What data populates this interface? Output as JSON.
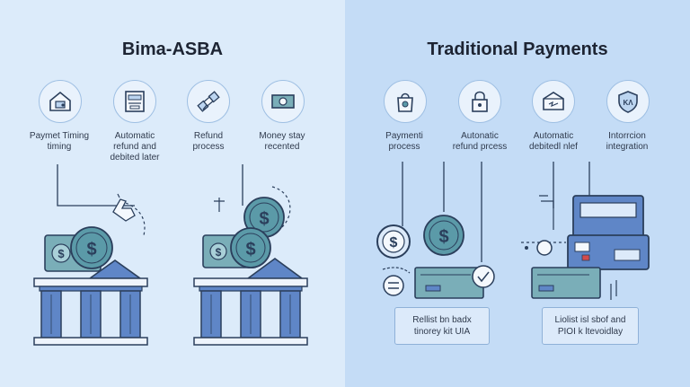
{
  "left_panel": {
    "title": "Bima-ASBA",
    "features": [
      {
        "icon": "house-icon",
        "lines": [
          "Paymet Timing",
          "timing"
        ]
      },
      {
        "icon": "document-icon",
        "lines": [
          "Automatic",
          "refund and",
          "debited later"
        ]
      },
      {
        "icon": "satellite-icon",
        "lines": [
          "Refund",
          "process"
        ]
      },
      {
        "icon": "banknote-icon",
        "lines": [
          "Money stay",
          "recented"
        ]
      }
    ]
  },
  "right_panel": {
    "title": "Traditional Payments",
    "features": [
      {
        "icon": "bag-icon",
        "lines": [
          "Paymenti",
          "process"
        ]
      },
      {
        "icon": "lock-icon",
        "lines": [
          "Autonatic",
          "refund prcess"
        ]
      },
      {
        "icon": "envelope-icon",
        "lines": [
          "Automatic",
          "debitedl nlef"
        ]
      },
      {
        "icon": "shield-icon",
        "lines": [
          "Intorrcion",
          "integration"
        ]
      }
    ],
    "captions": [
      {
        "lines": [
          "Rellist bn badx",
          "tinorey kit UIA"
        ]
      },
      {
        "lines": [
          "Liolist isl sbof and",
          "PIOI k ltevoidlay"
        ]
      }
    ]
  },
  "glyphs": {
    "dollar": "$",
    "shield_mark": "KΛ"
  },
  "colors": {
    "left_bg": "#dcebfa",
    "right_bg": "#c4dcf6",
    "coin": "#5b9aa8",
    "note": "#7aaeb8",
    "bank": "#5f86c7",
    "bank_base": "#eef4fc",
    "outline": "#2b3f5c"
  }
}
